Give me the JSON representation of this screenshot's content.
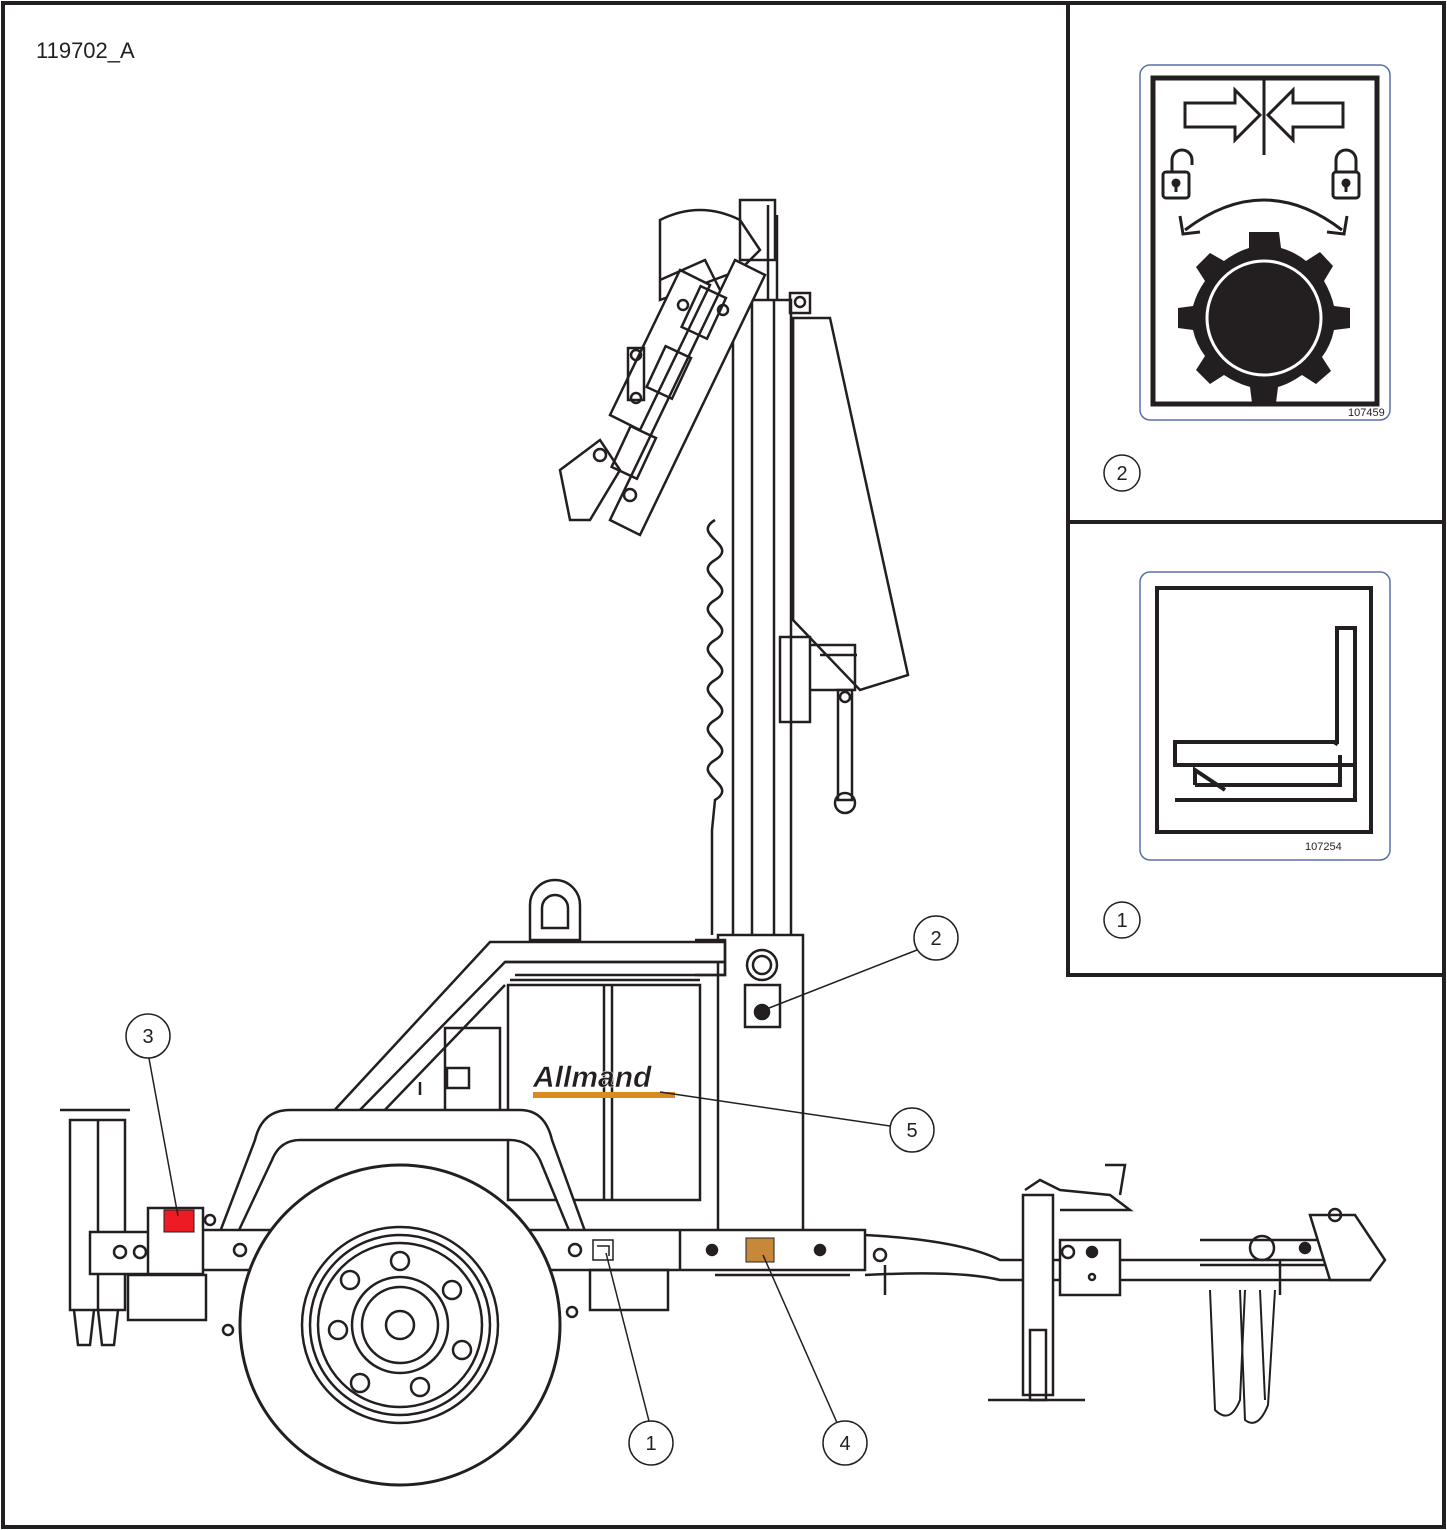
{
  "figure_id": "119702_A",
  "brand_logo": "Allmand",
  "colors": {
    "line": "#231f20",
    "tail_light_red": "#ed1c24",
    "reflector_amber": "#c8883a",
    "logo_stripe": "#d98c1e",
    "decal_border": "#5a6fa8"
  },
  "callouts": [
    {
      "id": "callout-1-main",
      "label": "1"
    },
    {
      "id": "callout-2-main",
      "label": "2"
    },
    {
      "id": "callout-3",
      "label": "3"
    },
    {
      "id": "callout-4",
      "label": "4"
    },
    {
      "id": "callout-5",
      "label": "5"
    }
  ],
  "insets": [
    {
      "callout": "2",
      "decal_number": "107459",
      "icon": "lock-unlock-knob-decal-icon"
    },
    {
      "callout": "1",
      "decal_number": "107254",
      "icon": "lifting-fork-pocket-decal-icon"
    }
  ]
}
